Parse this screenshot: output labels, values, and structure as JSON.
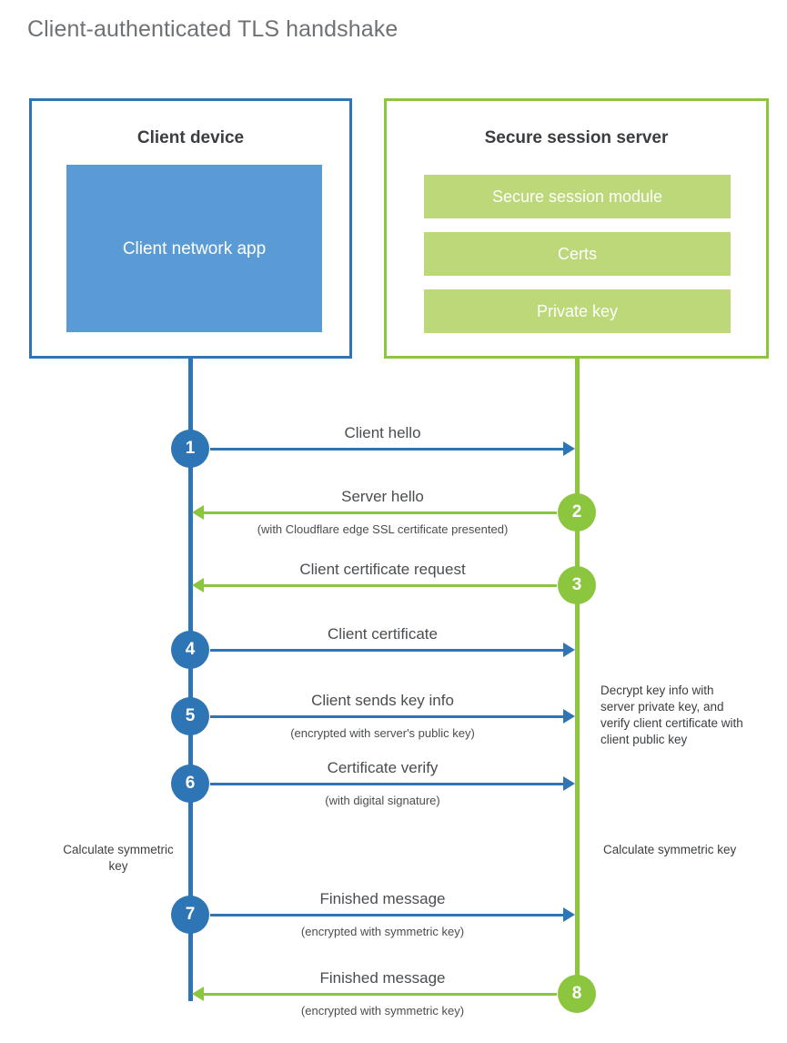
{
  "page": {
    "title": "Client-authenticated TLS handshake"
  },
  "colors": {
    "blue_stroke": "#2E75B6",
    "blue_fill": "#5B9BD5",
    "green_stroke": "#8CC63F",
    "green_fill": "#BCD878",
    "title_text": "#6f7275",
    "body_text": "#4a4d50"
  },
  "client": {
    "title": "Client device",
    "app_label": "Client network app"
  },
  "server": {
    "title": "Secure session server",
    "components": [
      {
        "label": "Secure session module"
      },
      {
        "label": "Certs"
      },
      {
        "label": "Private key"
      }
    ]
  },
  "notes": {
    "client_calculate": "Calculate symmetric key",
    "server_calculate": "Calculate symmetric key",
    "server_decrypt": "Decrypt key info with server private key, and verify client certificate with client public key"
  },
  "steps": [
    {
      "number": "1",
      "label": "Client hello",
      "sublabel": "",
      "direction": "client-to-server",
      "color": "blue"
    },
    {
      "number": "2",
      "label": "Server hello",
      "sublabel": "(with Cloudflare edge SSL certificate presented)",
      "direction": "server-to-client",
      "color": "green"
    },
    {
      "number": "3",
      "label": "Client certificate request",
      "sublabel": "",
      "direction": "server-to-client",
      "color": "green"
    },
    {
      "number": "4",
      "label": "Client certificate",
      "sublabel": "",
      "direction": "client-to-server",
      "color": "blue"
    },
    {
      "number": "5",
      "label": "Client sends key info",
      "sublabel": "(encrypted with server's public key)",
      "direction": "client-to-server",
      "color": "blue"
    },
    {
      "number": "6",
      "label": "Certificate verify",
      "sublabel": "(with digital signature)",
      "direction": "client-to-server",
      "color": "blue"
    },
    {
      "number": "7",
      "label": "Finished message",
      "sublabel": "(encrypted with symmetric key)",
      "direction": "client-to-server",
      "color": "blue"
    },
    {
      "number": "8",
      "label": "Finished message",
      "sublabel": "(encrypted with symmetric key)",
      "direction": "server-to-client",
      "color": "green"
    }
  ]
}
